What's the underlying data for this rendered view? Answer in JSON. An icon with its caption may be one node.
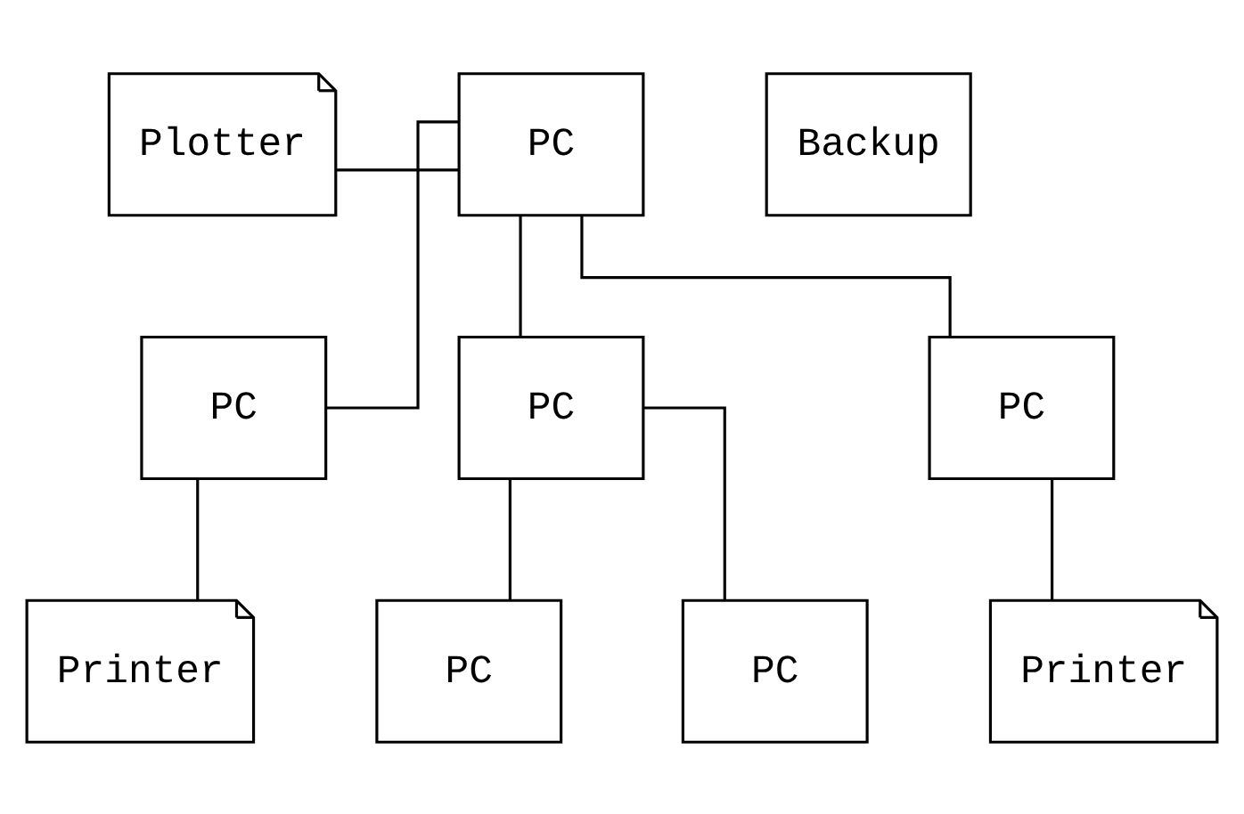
{
  "diagram": {
    "nodes": [
      {
        "text": [
          "Plotter"
        ]
      },
      {
        "text": [
          "PC"
        ]
      },
      {
        "text": [
          "Backup"
        ]
      },
      {
        "text": [
          "PC"
        ]
      },
      {
        "text": [
          "PC"
        ]
      },
      {
        "text": [
          "PC"
        ]
      },
      {
        "text": [
          "Printer"
        ]
      },
      {
        "text": [
          "PC"
        ]
      },
      {
        "text": [
          "PC"
        ]
      },
      {
        "text": [
          "Printer"
        ]
      }
    ],
    "edges": [
      {
        "from": 0,
        "to": 1,
        "arrow": "none"
      },
      {
        "from": 1,
        "to": 3,
        "arrow": "none"
      },
      {
        "from": 1,
        "to": 4,
        "arrow": "none"
      },
      {
        "from": 1,
        "to": 5,
        "arrow": "none"
      },
      {
        "from": 3,
        "to": 6,
        "arrow": "none"
      },
      {
        "from": 4,
        "to": 7,
        "arrow": "none"
      },
      {
        "from": 4,
        "to": 8,
        "arrow": "none"
      },
      {
        "from": 5,
        "to": 9,
        "arrow": "none"
      }
    ]
  }
}
